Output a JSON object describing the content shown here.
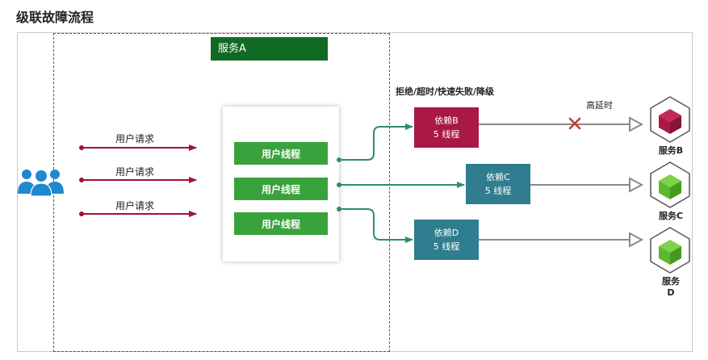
{
  "title": "级联故障流程",
  "service_a": "服务A",
  "threads": [
    "用户线程",
    "用户线程",
    "用户线程"
  ],
  "requests": [
    "用户请求",
    "用户请求",
    "用户请求"
  ],
  "fault_strategy": "拒绝/超时/快速失败/降级",
  "high_latency": "高延时",
  "dependencies": {
    "b": {
      "name": "依赖B",
      "threads": "5 线程",
      "color": "#a91944"
    },
    "c": {
      "name": "依赖C",
      "threads": "5 线程",
      "color": "#2f7d8e"
    },
    "d": {
      "name": "依赖D",
      "threads": "5 线程",
      "color": "#2f7d8e"
    }
  },
  "services": {
    "b": {
      "label": "服务B",
      "cube_color": "#a91944"
    },
    "c": {
      "label": "服务C",
      "cube_color": "#5cb82e"
    },
    "d": {
      "label_line1": "服务",
      "label_line2": "D",
      "cube_color": "#5cb82e"
    }
  },
  "icons": {
    "users": "users-group-icon",
    "blocked": "cross-icon"
  },
  "colors": {
    "request_arrow": "#a3112f",
    "connector": "#2f8a78",
    "thread": "#3aa23c",
    "service_a": "#116a24"
  }
}
